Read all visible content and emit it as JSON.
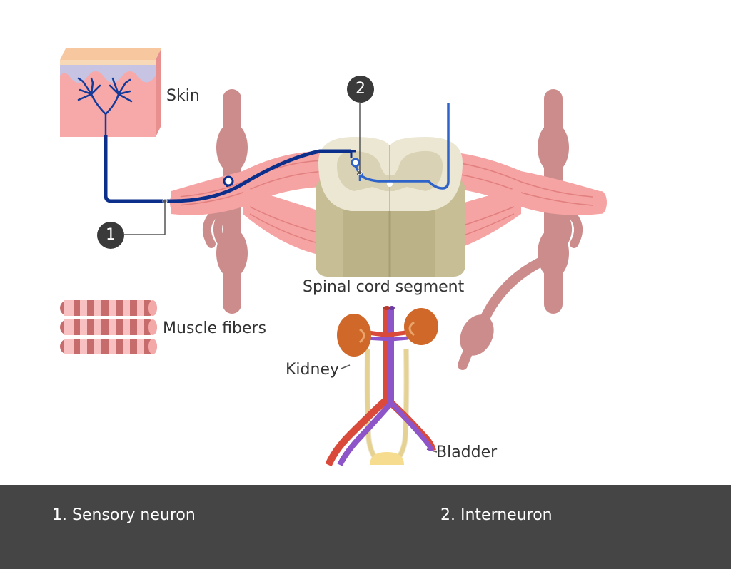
{
  "labels": {
    "skin": "Skin",
    "muscle_fibers": "Muscle fibers",
    "spinal_cord_segment": "Spinal cord segment",
    "kidney": "Kidney",
    "bladder": "Bladder"
  },
  "markers": {
    "m1": "1",
    "m2": "2"
  },
  "legend": {
    "item1": "1. Sensory neuron",
    "item2": "2. Interneuron"
  },
  "colors": {
    "background": "#ffffff",
    "legend_bar": "#454545",
    "marker": "#3a3a3a",
    "sensory_neuron": "#0d2f8c",
    "interneuron": "#2e63c9",
    "nerve": "#f3a0a0",
    "ganglion": "#cd8c8c",
    "grey_matter": "#d9d2b4",
    "white_matter": "#c7be95",
    "kidney": "#d0682a",
    "artery": "#d94a3a",
    "vein": "#8d55c7",
    "ureter": "#f2dfa0"
  }
}
